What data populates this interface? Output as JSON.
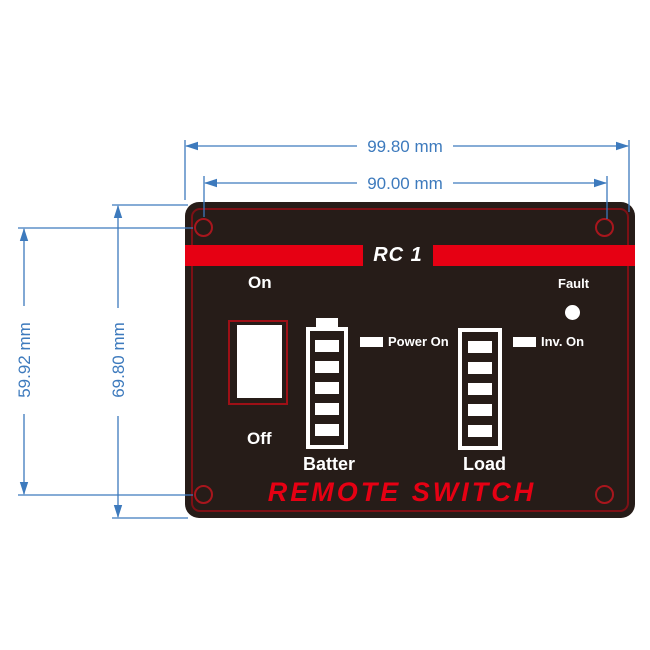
{
  "panel": {
    "model": "RC 1",
    "brand_title": "REMOTE SWITCH",
    "switch_on": "On",
    "switch_off": "Off",
    "battery_label": "Batter",
    "load_label": "Load",
    "power_led_label": "Power On",
    "inverter_led_label": "Inv. On",
    "fault_led_label": "Fault"
  },
  "dimensions": {
    "outer_width": "99.80 mm",
    "hole_spacing_width": "90.00 mm",
    "hole_spacing_height": "59.92 mm",
    "outer_height": "69.80 mm"
  },
  "colors": {
    "panel_background": "#261c18",
    "accent_red": "#e60013",
    "dark_red_outline": "#7d1015",
    "screw_red": "#a8161d",
    "dimension_blue": "#3d7abd",
    "white": "#ffffff"
  },
  "icons": {
    "battery_gauge": "battery-gauge-icon",
    "load_gauge": "load-gauge-icon",
    "fault_dot": "fault-led-dot",
    "power_bar": "power-led-bar",
    "inverter_bar": "inverter-led-bar",
    "screw_hole": "screw-hole-icon"
  }
}
